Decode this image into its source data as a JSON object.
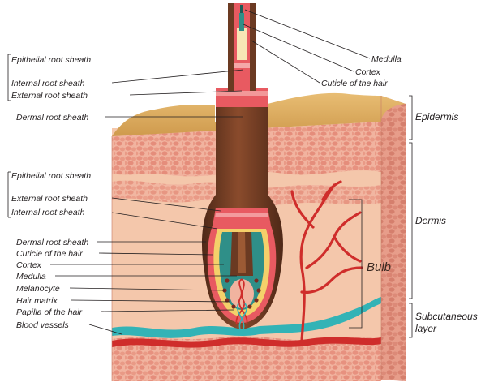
{
  "left_labels_top": {
    "epithelial": "Epithelial root sheath",
    "internal": "Internal root sheath",
    "external": "External root sheath",
    "dermal": "Dermal root sheath"
  },
  "left_labels_mid": {
    "epithelial": "Epithelial root sheath",
    "external": "External root sheath",
    "internal": "Internal root sheath"
  },
  "left_labels_bottom": {
    "dermal": "Dermal root sheath",
    "cuticle": "Cuticle of the hair",
    "cortex": "Cortex",
    "medulla": "Medulla",
    "melanocyte": "Melanocyte",
    "matrix": "Hair matrix",
    "papilla": "Papilla of the hair",
    "vessels": "Blood vessels"
  },
  "right_labels": {
    "medulla": "Medulla",
    "cortex": "Cortex",
    "cuticle": "Cuticle of the hair"
  },
  "layers": {
    "epidermis": "Epidermis",
    "dermis": "Dermis",
    "bulb": "Bulb",
    "subcutaneous_1": "Subcutaneous",
    "subcutaneous_2": "layer"
  },
  "colors": {
    "epidermis": "#d9a85a",
    "dermis": "#f4c4a8",
    "skin_cells": "#e89a86",
    "dermal_sheath": "#6b3a22",
    "external_sheath": "#e0555d",
    "cortex": "#2f8f88",
    "cuticle": "#f4d06a",
    "blood_artery": "#cf2d2b",
    "blood_vein": "#33b3b6"
  }
}
